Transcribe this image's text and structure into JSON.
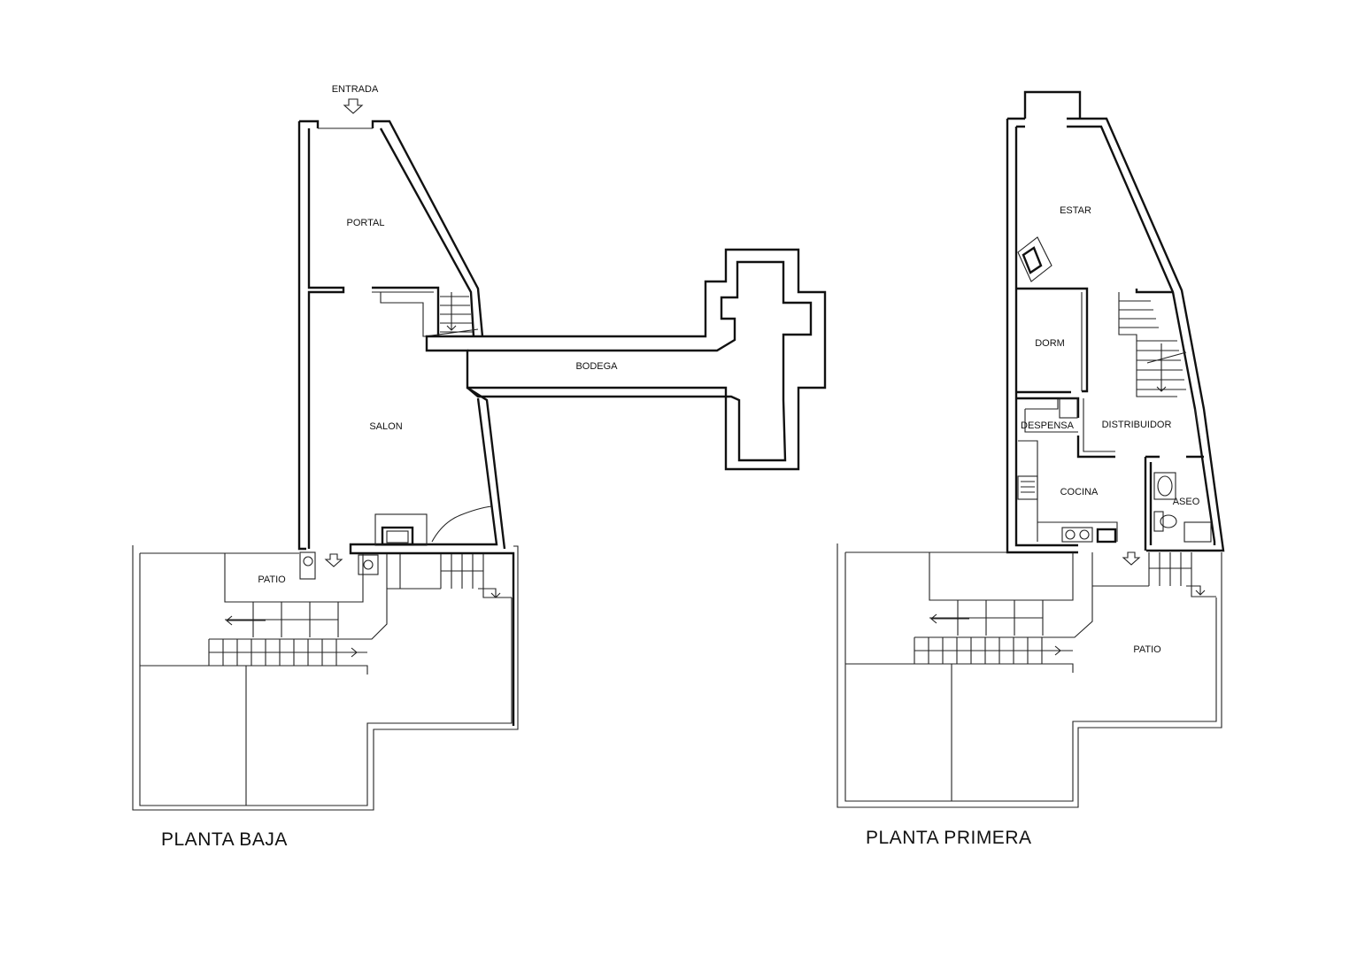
{
  "planta_baja": {
    "title": "PLANTA BAJA",
    "entrada": "ENTRADA",
    "portal": "PORTAL",
    "salon": "SALON",
    "bodega": "BODEGA",
    "patio": "PATIO"
  },
  "planta_primera": {
    "title": "PLANTA PRIMERA",
    "estar": "ESTAR",
    "dorm": "DORM",
    "despensa": "DESPENSA",
    "distribuidor": "DISTRIBUIDOR",
    "cocina": "COCINA",
    "aseo": "ASEO",
    "patio": "PATIO"
  }
}
